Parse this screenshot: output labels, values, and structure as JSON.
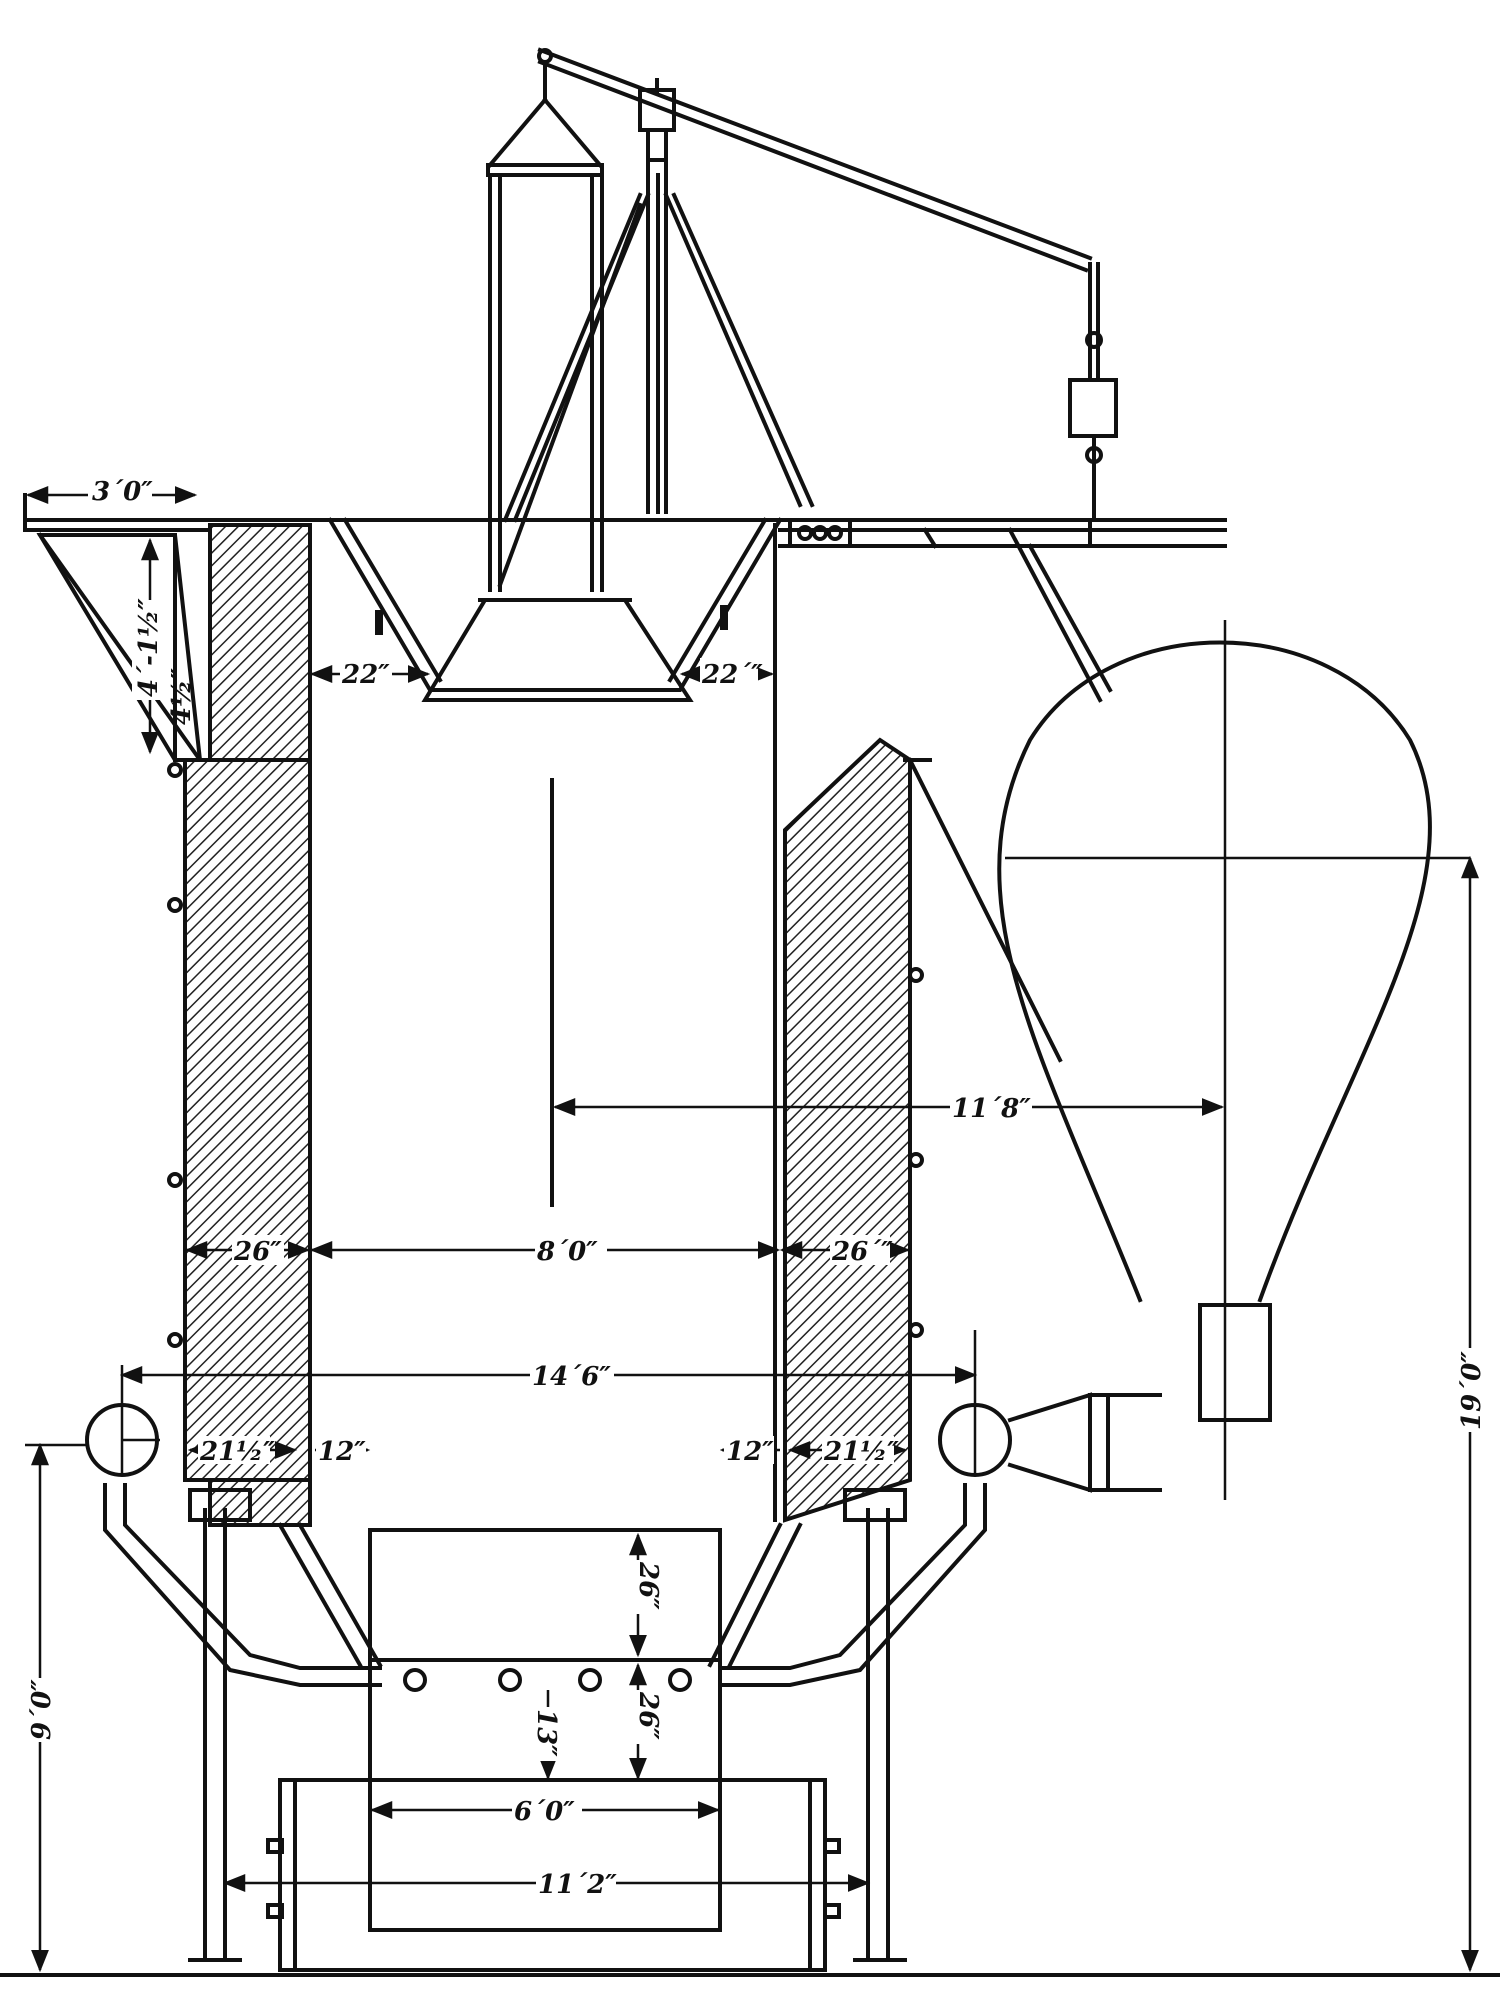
{
  "dimensions": {
    "top_ledge_width": "3´0″",
    "bracket_depth": "4´-1½″",
    "bracket_offset": "4½″",
    "hopper_gap_left": "22″",
    "hopper_gap_right": "22´″",
    "center_to_bell": "11´8″",
    "wall_left": "26″",
    "inner_width": "8´0″",
    "wall_right": "26´″",
    "overall_width": "14´6″",
    "tuyere_left": "21½″",
    "tuyere_left_gap": "12″",
    "tuyere_right_gap": "12″",
    "tuyere_right": "21½″",
    "crucible_upper": "26″",
    "crucible_lower": "26″",
    "hearth_depth": "13″",
    "hearth_width": "6´0″",
    "base_width": "11´2″",
    "column_height": "9´0″",
    "total_height": "19´0″"
  }
}
